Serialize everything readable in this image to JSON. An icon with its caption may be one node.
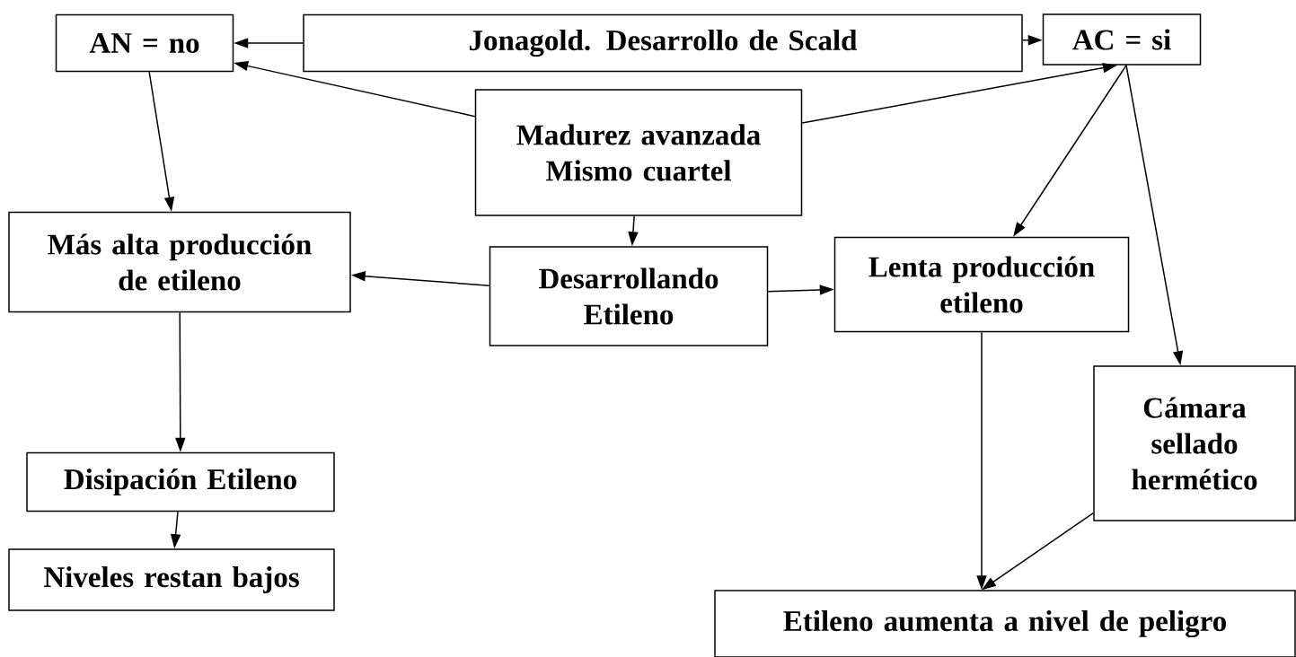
{
  "diagram": {
    "nodes": [
      {
        "text": [
          "Jonagold. Desarrollo de Scald"
        ]
      },
      {
        "text": [
          "AN = no"
        ]
      },
      {
        "text": [
          "AC = si"
        ]
      },
      {
        "text": [
          "Madurez avanzada Mismo cuartel"
        ]
      },
      {
        "text": [
          "Más alta producción de etileno"
        ]
      },
      {
        "text": [
          "Desarrollando Etileno"
        ]
      },
      {
        "text": [
          "Lenta producción etileno"
        ]
      },
      {
        "text": [
          "Cámara sellado hermético"
        ]
      },
      {
        "text": [
          "Disipación Etileno"
        ]
      },
      {
        "text": [
          "Niveles restan bajos"
        ]
      },
      {
        "text": [
          "Etileno aumenta a nivel de peligro"
        ]
      }
    ],
    "edges": [
      {
        "from": 0,
        "to": 1,
        "arrow": "to"
      },
      {
        "from": 0,
        "to": 2,
        "arrow": "to"
      },
      {
        "from": 3,
        "to": 1,
        "arrow": "to"
      },
      {
        "from": 3,
        "to": 2,
        "arrow": "to"
      },
      {
        "from": 1,
        "to": 4,
        "arrow": "to"
      },
      {
        "from": 2,
        "to": 6,
        "arrow": "to"
      },
      {
        "from": 2,
        "to": 7,
        "arrow": "to"
      },
      {
        "from": 3,
        "to": 5,
        "arrow": "to"
      },
      {
        "from": 5,
        "to": 4,
        "arrow": "to"
      },
      {
        "from": 5,
        "to": 6,
        "arrow": "to"
      },
      {
        "from": 4,
        "to": 8,
        "arrow": "to"
      },
      {
        "from": 8,
        "to": 9,
        "arrow": "to"
      },
      {
        "from": 6,
        "to": 10,
        "arrow": "to"
      },
      {
        "from": 7,
        "to": 10,
        "arrow": "to"
      }
    ]
  }
}
